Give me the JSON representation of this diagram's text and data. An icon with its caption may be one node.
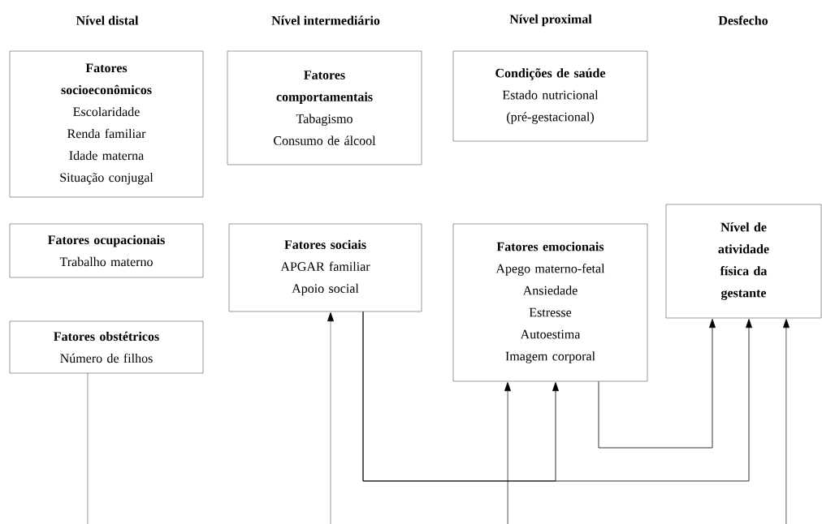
{
  "diagram": {
    "nodes": [
      {
        "text": [
          "Fatores socioeconômicos",
          "Escolaridade",
          "Renda familiar",
          "Idade materna",
          "Situação conjugal"
        ]
      },
      {
        "text": [
          "Fatores comportamentais",
          "Tabagismo",
          "Consumo de álcool"
        ]
      },
      {
        "text": [
          "Condições de saúde",
          "Estado nutricional (pré-gestacional)"
        ]
      },
      {
        "text": [
          "Fatores ocupacionais",
          "Trabalho materno"
        ]
      },
      {
        "text": [
          "Fatores sociais",
          "APGAR familiar",
          "Apoio social"
        ]
      },
      {
        "text": [
          "Fatores emocionais",
          "Apego materno-fetal",
          "Ansiedade",
          "Estresse",
          "Autoestima",
          "Imagem corporal"
        ]
      },
      {
        "text": [
          "Nível de atividade física da gestante"
        ]
      },
      {
        "text": [
          "Fatores obstétricos",
          "Número de filhos"
        ]
      }
    ],
    "edges": [
      {
        "from": 7,
        "to": null,
        "arrow": "none"
      },
      {
        "from": null,
        "to": 4,
        "arrow": "to"
      },
      {
        "from": null,
        "to": 5,
        "arrow": "to"
      },
      {
        "from": 4,
        "to": 5,
        "arrow": "to"
      },
      {
        "from": 4,
        "to": 6,
        "arrow": "to"
      },
      {
        "from": 5,
        "to": 6,
        "arrow": "to"
      },
      {
        "from": null,
        "to": 6,
        "arrow": "to"
      }
    ],
    "labels": [
      "Nível distal",
      "Nível intermediário",
      "Nível proximal",
      "Desfecho"
    ]
  }
}
